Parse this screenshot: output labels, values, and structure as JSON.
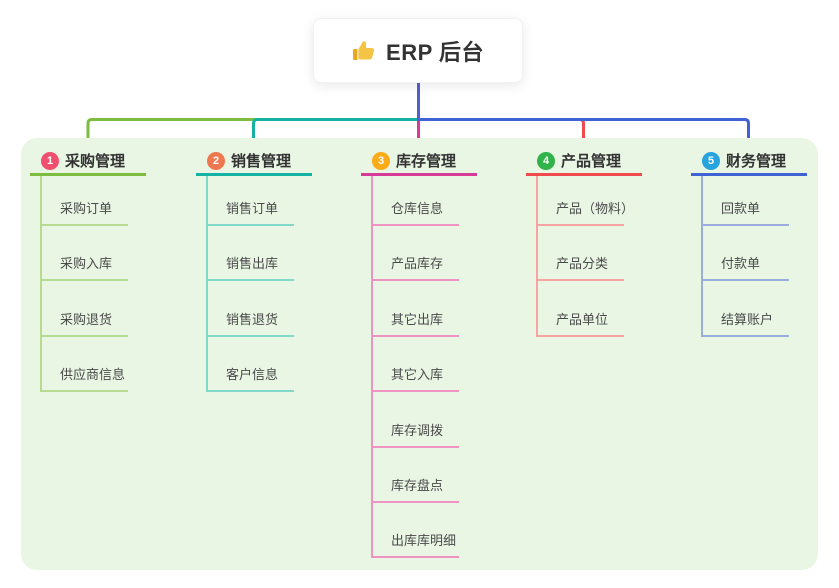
{
  "root": {
    "title": "ERP 后台",
    "icon": "thumbs-up"
  },
  "colors": {
    "panel_bg": "#e9f6e4",
    "trunk": "#525fd4",
    "root_text": "#333333",
    "child_text": "#4a4a4a",
    "icon_yellow": "#f6c445"
  },
  "columns": [
    {
      "badge": "1",
      "title": "采购管理",
      "badge_color": "#f0506e",
      "line_color": "#7cbd3f",
      "light_line_color": "#b6db90",
      "children": [
        "采购订单",
        "采购入库",
        "采购退货",
        "供应商信息"
      ]
    },
    {
      "badge": "2",
      "title": "销售管理",
      "badge_color": "#ee7950",
      "line_color": "#14b2a5",
      "light_line_color": "#82d8cb",
      "children": [
        "销售订单",
        "销售出库",
        "销售退货",
        "客户信息"
      ]
    },
    {
      "badge": "3",
      "title": "库存管理",
      "badge_color": "#fbab18",
      "line_color": "#d63b98",
      "light_line_color": "#ef93c3",
      "children": [
        "仓库信息",
        "产品库存",
        "其它出库",
        "其它入库",
        "库存调拨",
        "库存盘点",
        "出库库明细"
      ]
    },
    {
      "badge": "4",
      "title": "产品管理",
      "badge_color": "#30b348",
      "line_color": "#ef4a4e",
      "light_line_color": "#f7a3a2",
      "children": [
        "产品（物料）",
        "产品分类",
        "产品单位"
      ]
    },
    {
      "badge": "5",
      "title": "财务管理",
      "badge_color": "#27a3de",
      "line_color": "#3f63d4",
      "light_line_color": "#9bacdf",
      "children": [
        "回款单",
        "付款单",
        "结算账户"
      ]
    }
  ]
}
